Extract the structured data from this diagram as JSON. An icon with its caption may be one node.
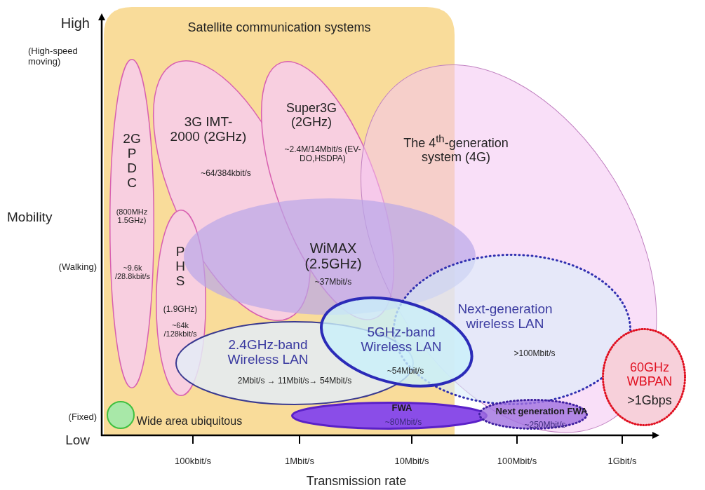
{
  "diagram": {
    "nodes": [
      {
        "text": [
          "Satellite communication systems"
        ]
      },
      {
        "text": [
          "2G P D C",
          "(800MHz 1.5GHz)",
          "~9.6k /28.8kbit/s"
        ],
        "in": 0
      },
      {
        "text": [
          "3G IMT-2000 (2GHz)",
          "~64/384kbit/s"
        ],
        "in": 0
      },
      {
        "text": [
          "Super3G (2GHz)",
          "~2.4M/14Mbit/s (EV-DO,HSDPA)"
        ],
        "in": 0
      },
      {
        "text": [
          "The 4$^{th}$-generation system (4G)"
        ]
      },
      {
        "text": [
          "P H S",
          "(1.9GHz)",
          "~64k /128kbit/s"
        ],
        "in": 0
      },
      {
        "text": [
          "WiMAX (2.5GHz)",
          "~37Mbit/s"
        ]
      },
      {
        "text": [
          "2.4GHz-band Wireless LAN",
          "2Mbit/s → 11Mbit/s→ 54Mbit/s"
        ],
        "in": 0
      },
      {
        "text": [
          "5GHz-band Wireless LAN",
          "~54Mbit/s"
        ]
      },
      {
        "text": [
          "Next-generation wireless LAN",
          ">100Mbit/s"
        ],
        "in": 4
      },
      {
        "text": [
          "60GHz WBPAN",
          ">1Gbps"
        ]
      },
      {
        "text": [],
        "shape": "circle",
        "beside": [
          "Wide area ubiquitous"
        ],
        "in": 0
      },
      {
        "text": [
          "FWA",
          "~80Mbit/s"
        ]
      },
      {
        "text": [
          "Next generation FWA",
          "~250Mbit/s"
        ],
        "in": 4
      }
    ],
    "labels": [
      "High",
      "(High-speed moving)",
      "Mobility",
      "(Walking)",
      "(Fixed)",
      "Low",
      "100kbit/s",
      "1Mbit/s",
      "10Mbit/s",
      "100Mbit/s",
      "1Gbit/s",
      "Transmission rate"
    ]
  }
}
